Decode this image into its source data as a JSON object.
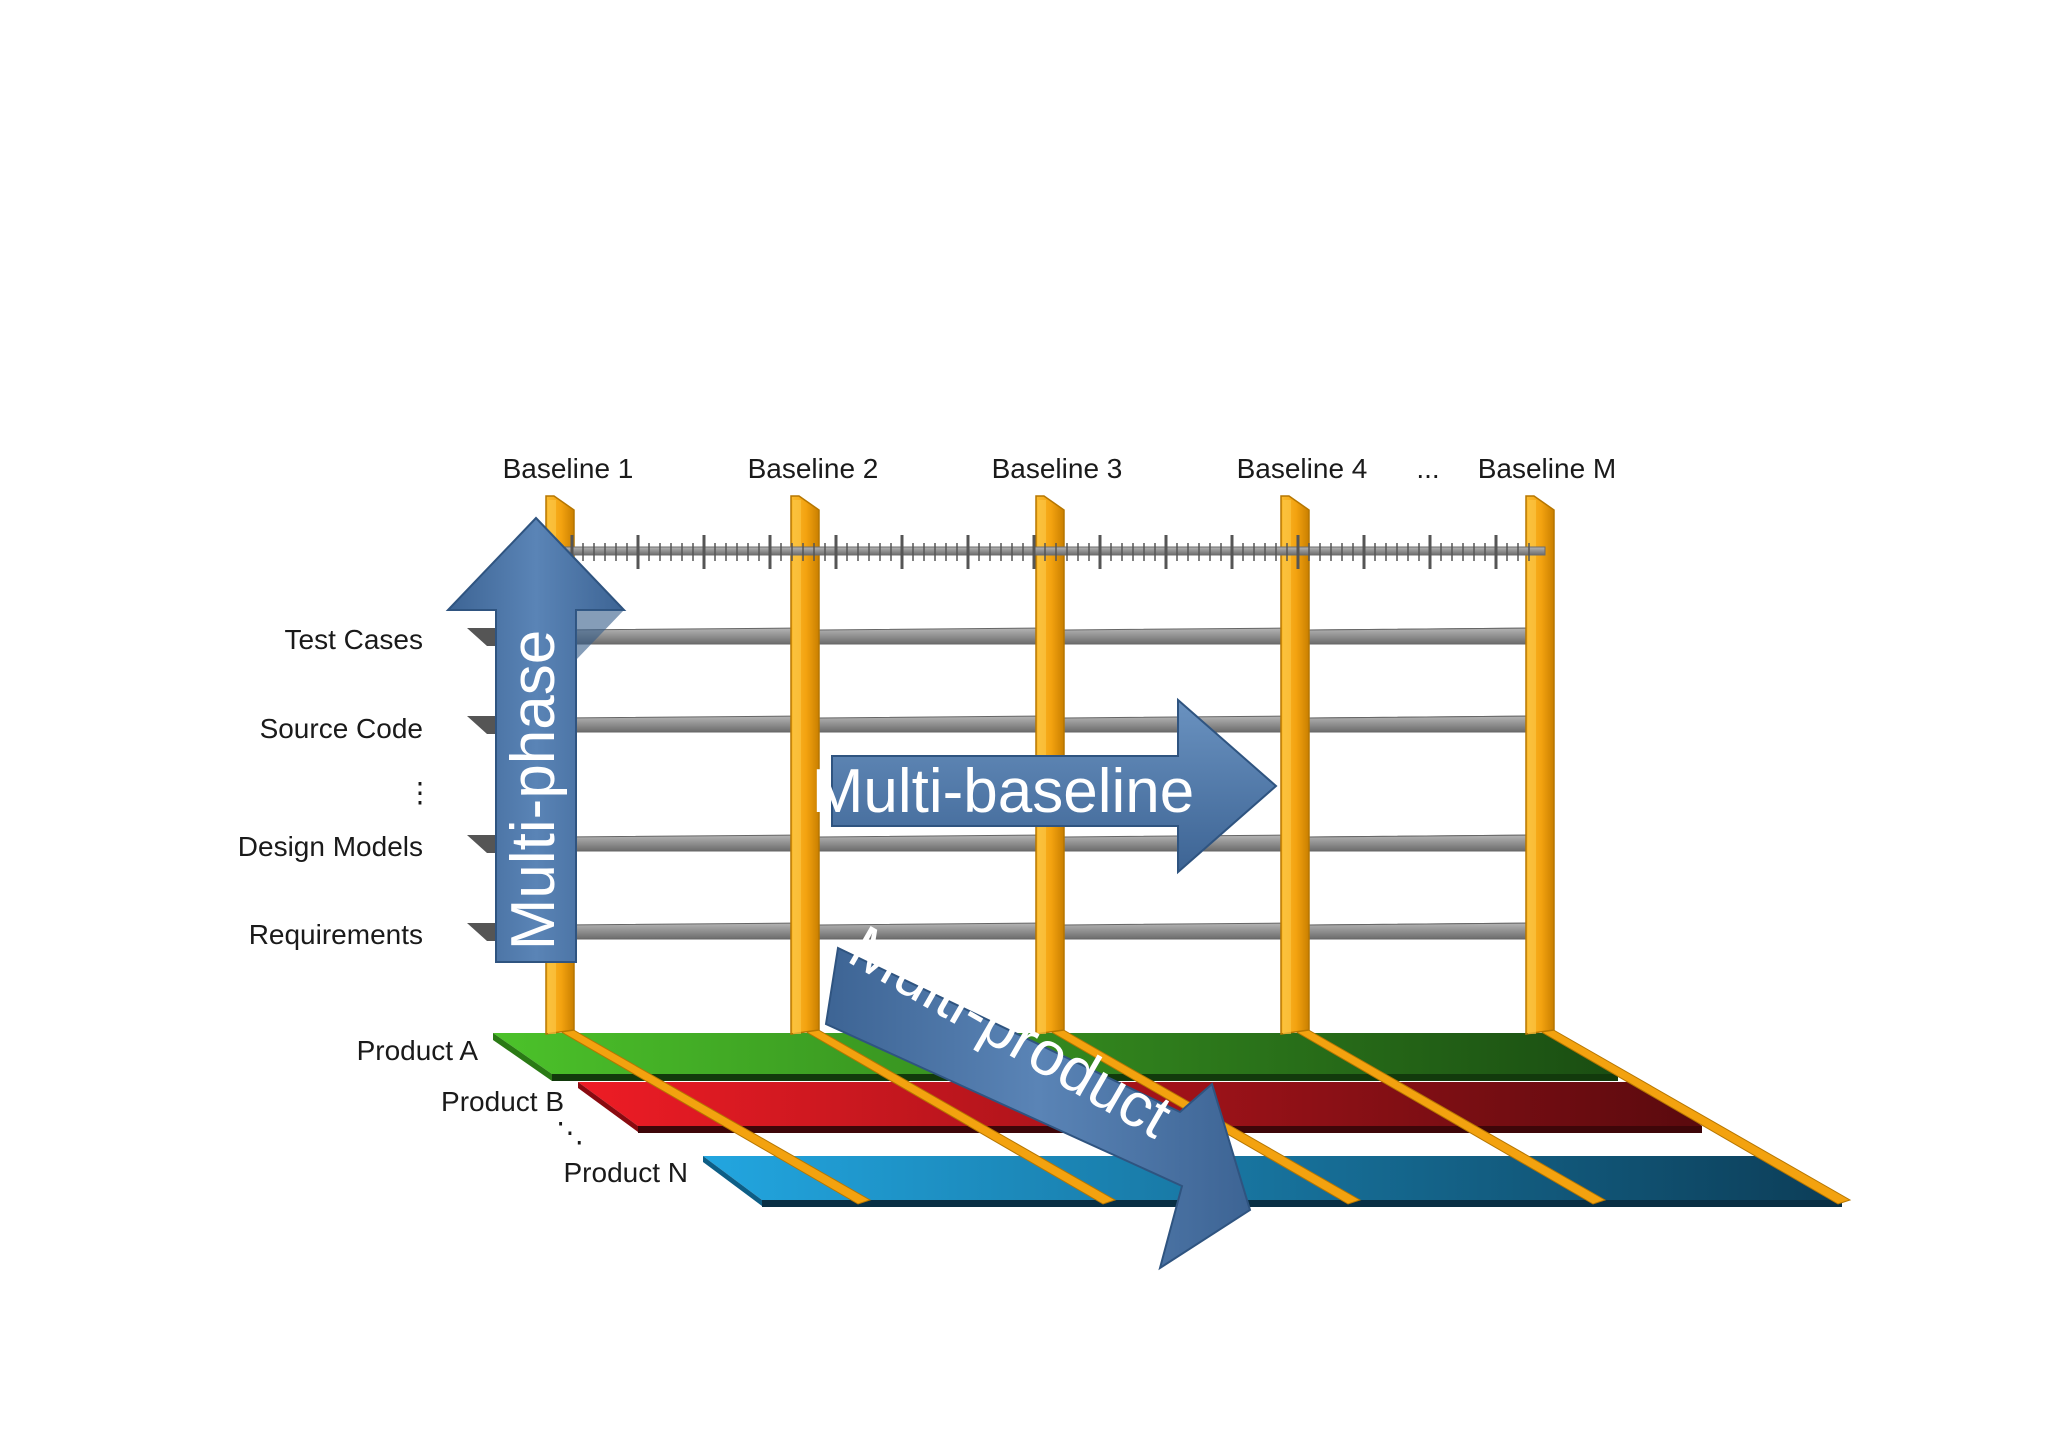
{
  "baselines": [
    "Baseline 1",
    "Baseline 2",
    "Baseline 3",
    "Baseline 4",
    "Baseline M"
  ],
  "baseline_ellipsis": "...",
  "phases": [
    "Test Cases",
    "Source Code",
    "Design Models",
    "Requirements"
  ],
  "phase_ellipsis": "⋮",
  "products": [
    "Product A",
    "Product B",
    "Product N"
  ],
  "product_ellipsis": "⋱",
  "arrows": {
    "phase": "Multi-phase",
    "baseline": "Multi-baseline",
    "product": "Multi-product"
  },
  "colors": {
    "post": "#f3a20f",
    "shelf": "#8c8c8c",
    "product_a": "#3cab1e",
    "product_b": "#d3121b",
    "product_n": "#1c9ad2",
    "arrow": "#4f78a8"
  }
}
